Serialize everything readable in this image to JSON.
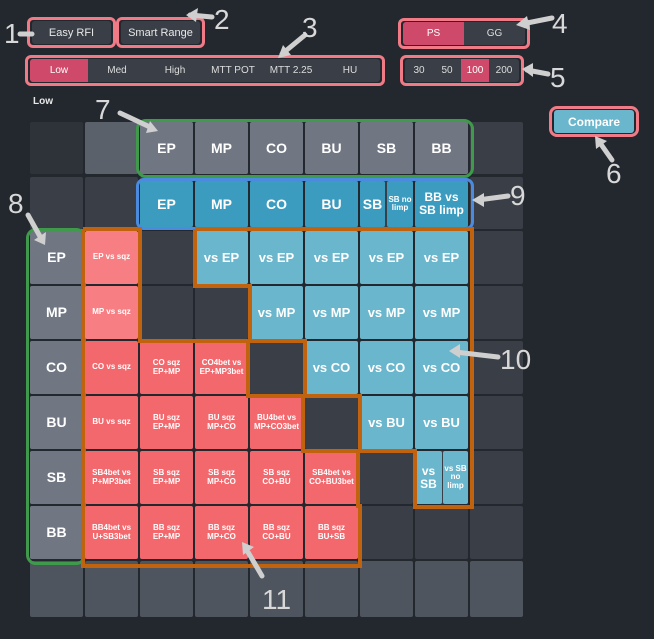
{
  "top_buttons": {
    "easy_rfi": "Easy RFI",
    "smart_range": "Smart Range"
  },
  "levels": [
    "Low",
    "Med",
    "High",
    "MTT POT",
    "MTT 2.25",
    "HU"
  ],
  "active_level": "Low",
  "format_toggle": [
    "PS",
    "GG"
  ],
  "active_format": "PS",
  "depths": [
    "30",
    "50",
    "100",
    "200"
  ],
  "active_depth": "100",
  "selected_level_label": "Low",
  "compare_label": "Compare",
  "column_headers": [
    "EP",
    "MP",
    "CO",
    "BU",
    "SB",
    "BB"
  ],
  "sub_headers": [
    "EP",
    "MP",
    "CO",
    "BU",
    "SB",
    "SB no limp",
    "BB vs SB limp"
  ],
  "row_headers": [
    "EP",
    "MP",
    "CO",
    "BU",
    "SB",
    "BB"
  ],
  "grid": {
    "ep_row": [
      "EP vs sqz",
      "vs EP",
      "vs EP",
      "vs EP",
      "vs EP",
      "vs EP"
    ],
    "mp_row": [
      "MP vs sqz",
      "vs MP",
      "vs MP",
      "vs MP",
      "vs MP"
    ],
    "co_row": [
      "CO vs sqz",
      "CO sqz EP+MP",
      "CO4bet vs EP+MP3bet",
      "vs CO",
      "vs CO",
      "vs CO"
    ],
    "bu_row": [
      "BU vs sqz",
      "BU sqz EP+MP",
      "BU sqz MP+CO",
      "BU4bet vs MP+CO3bet",
      "vs BU",
      "vs BU"
    ],
    "sb_row": [
      "SB4bet vs P+MP3bet",
      "SB sqz EP+MP",
      "SB sqz MP+CO",
      "SB sqz CO+BU",
      "SB4bet vs CO+BU3bet",
      "vs SB",
      "vs SB no limp"
    ],
    "bb_row": [
      "BB4bet vs U+SB3bet",
      "BB sqz EP+MP",
      "BB sqz MP+CO",
      "BB sqz CO+BU",
      "BB sqz BU+SB"
    ]
  },
  "annotation_numbers": [
    "1",
    "2",
    "3",
    "4",
    "5",
    "6",
    "7",
    "8",
    "9",
    "10",
    "11"
  ],
  "colors": {
    "background": "#23272e",
    "active": "#cf4a6a",
    "gray_cell": "#707783",
    "teal": "#3c9cc0",
    "light_blue": "#6ab6cc",
    "red_cell": "#f2686d",
    "highlight_red": "#f07b86",
    "highlight_green": "#3f9b4b",
    "highlight_blue": "#4a8be0",
    "highlight_orange": "#c0620e"
  }
}
